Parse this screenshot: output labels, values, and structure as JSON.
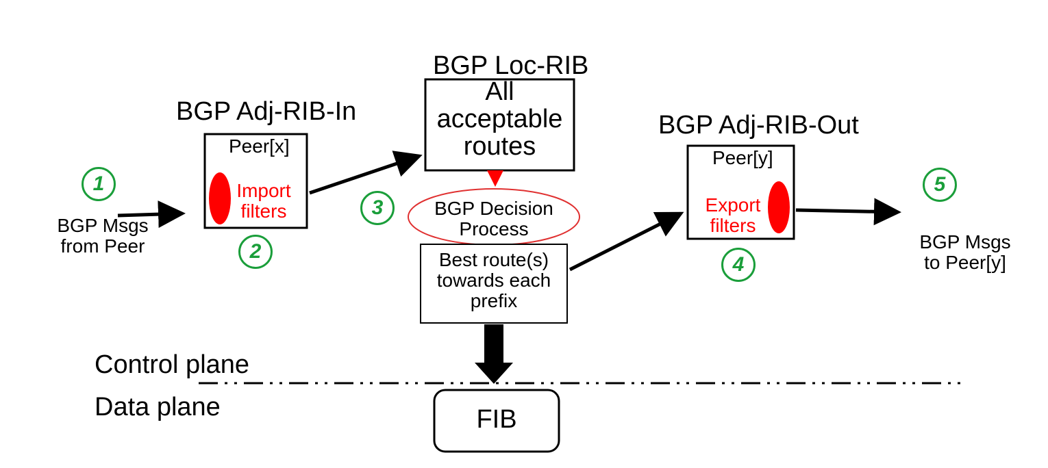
{
  "diagram": {
    "adj_rib_in": {
      "title": "BGP Adj-RIB-In",
      "peer": "Peer[x]",
      "filter_line1": "Import",
      "filter_line2": "filters"
    },
    "loc_rib": {
      "title": "BGP Loc-RIB",
      "line1": "All",
      "line2": "acceptable",
      "line3": "routes"
    },
    "decision": {
      "line1": "BGP Decision",
      "line2": "Process"
    },
    "best_routes": {
      "line1": "Best route(s)",
      "line2": "towards each",
      "line3": "prefix"
    },
    "adj_rib_out": {
      "title": "BGP Adj-RIB-Out",
      "peer": "Peer[y]",
      "filter_line1": "Export",
      "filter_line2": "filters"
    },
    "msgs_in": {
      "line1": "BGP Msgs",
      "line2": "from Peer"
    },
    "msgs_out": {
      "line1": "BGP Msgs",
      "line2": "to Peer[y]"
    },
    "steps": [
      "1",
      "2",
      "3",
      "4",
      "5"
    ],
    "control_plane": "Control plane",
    "data_plane": "Data plane",
    "fib": "FIB",
    "colors": {
      "step": "#1a9e3a",
      "filter": "#ff0000",
      "decision_border": "#e03030",
      "line": "#000000"
    }
  }
}
